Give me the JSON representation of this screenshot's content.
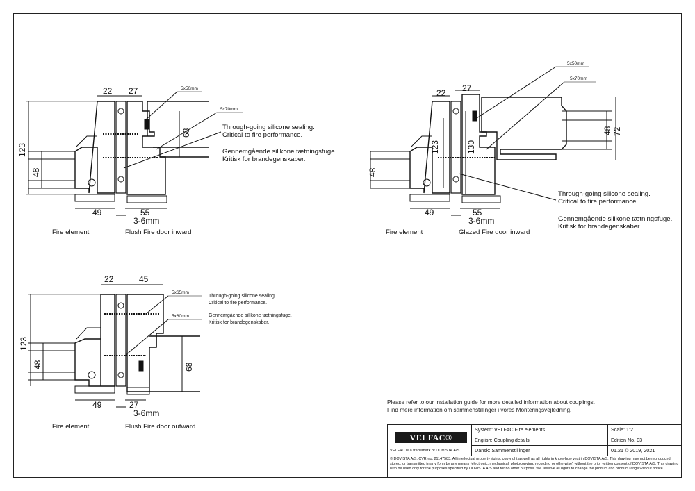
{
  "drawings": [
    {
      "dims": [
        "22",
        "27",
        "123",
        "48",
        "68",
        "49",
        "55",
        "3-6mm"
      ],
      "screws": [
        "5x50mm",
        "5x70mm"
      ],
      "sealing_en": [
        "Through-going silicone sealing.",
        "Critical to fire performance."
      ],
      "sealing_da": [
        "Gennemgående silikone tætningsfuge.",
        "Kritisk for brandegenskaber."
      ],
      "caption_left": "Fire element",
      "caption_right": "Flush Fire door inward"
    },
    {
      "dims": [
        "22",
        "27",
        "123",
        "48",
        "130",
        "48",
        "72",
        "49",
        "55",
        "3-6mm"
      ],
      "screws": [
        "5x50mm",
        "5x70mm"
      ],
      "sealing_en": [
        "Through-going silicone sealing.",
        "Critical to fire performance."
      ],
      "sealing_da": [
        "Gennemgående silikone tætningsfuge.",
        "Kritisk for brandegenskaber."
      ],
      "caption_left": "Fire element",
      "caption_right": "Glazed Fire door inward"
    },
    {
      "dims": [
        "22",
        "45",
        "123",
        "48",
        "68",
        "49",
        "27",
        "3-6mm"
      ],
      "screws": [
        "5x65mm",
        "5x60mm"
      ],
      "sealing_en": [
        "Through-going silicone sealing",
        "Critical to fire performance."
      ],
      "sealing_da": [
        "Gennemgående silikone tætningsfuge.",
        "Kritisk for brandegenskaber."
      ],
      "caption_left": "Fire element",
      "caption_right": "Flush Fire door outward"
    }
  ],
  "note": {
    "en": "Please refer to our installation guide for more detailed information about couplings.",
    "da": "Find mere information om sammenstillinger i vores Monteringsvejledning."
  },
  "title_block": {
    "logo": "VELFAC®",
    "trademark": "VELFAC is a trademark of DOVISTA A/S",
    "system": "System:  VELFAC Fire elements",
    "english": "English:  Coupling details",
    "dansk": "Dansk:   Sammenstillinger",
    "scale": "Scale: 1:2",
    "edition": "Edition No. 03",
    "date": "01.21 © 2019, 2021",
    "legal": "© DOVISTA A/S, CVR-no. 21147583. All intellectual property rights, copyright as well as all rights in know-how vest in DOVISTA A/S. This drawing may not be reproduced, stored, or transmitted in any form by any means (electronic, mechanical, photocopying, recording or otherwise) without the prior written consent of DOVISTA A/S. This drawing is to be used only for the purposes specified by DOVISTA A/S and for no other purpose. We reserve all rights to change the product and product range without notice."
  }
}
